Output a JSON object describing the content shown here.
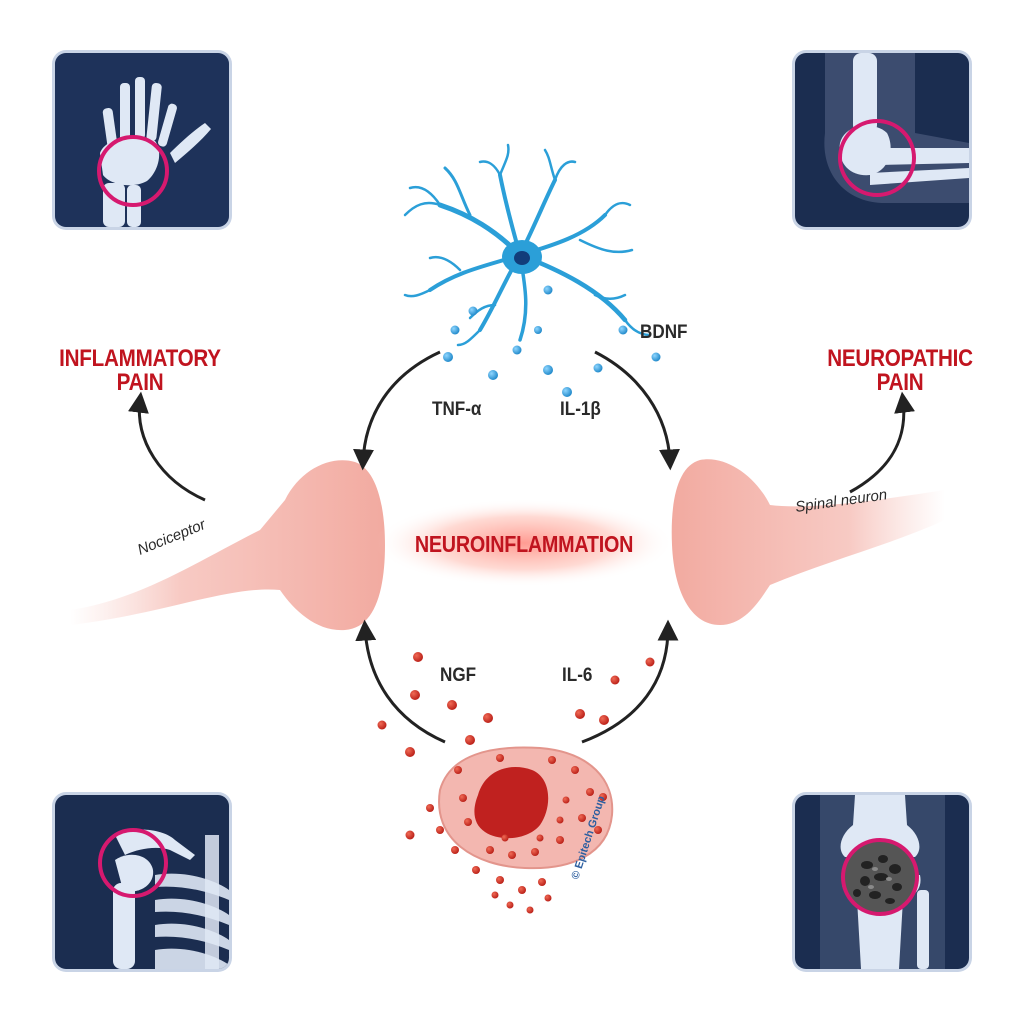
{
  "labels": {
    "inflammatory_pain": [
      "INFLAMMATORY",
      "PAIN"
    ],
    "neuropathic_pain": [
      "NEUROPATHIC",
      "PAIN"
    ],
    "neuroinflammation": "NEUROINFLAMMATION",
    "nociceptor": "Nociceptor",
    "spinal_neuron": "Spinal neuron",
    "copyright": "© Epitech Group"
  },
  "mediators": {
    "bdnf": "BDNF",
    "tnf": "TNF-α",
    "il1": "IL-1β",
    "ngf": "NGF",
    "il6": "IL-6"
  },
  "colors": {
    "title_red": "#c0141f",
    "glia_blue": "#2b9fd8",
    "neuron_pink": "#f4b3aa",
    "mast_cell_red": "#c0211f",
    "xray_navy": "#1b2d50",
    "ring_magenta": "#d6196f"
  },
  "icons": [
    "hand-xray-icon",
    "elbow-xray-icon",
    "shoulder-xray-icon",
    "knee-xray-icon"
  ]
}
